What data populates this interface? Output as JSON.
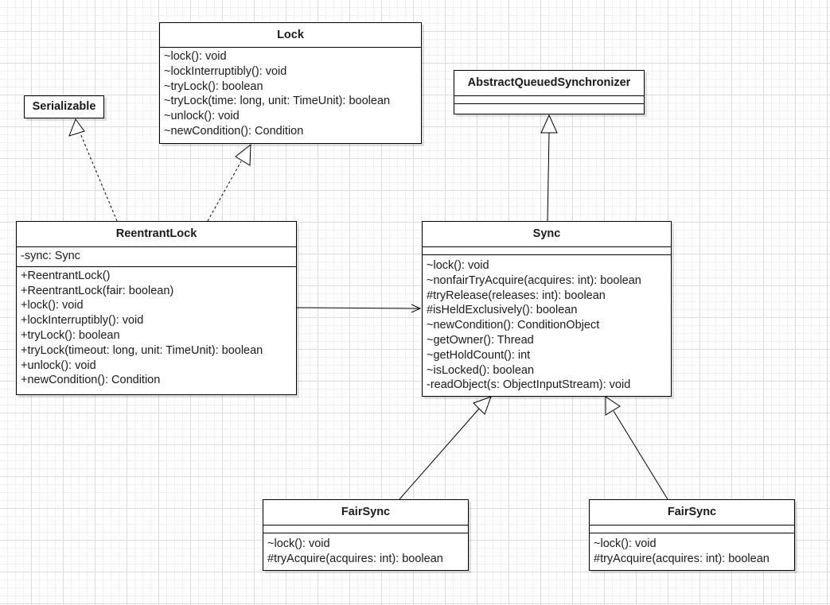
{
  "classes": {
    "serializable": {
      "name": "Serializable"
    },
    "lock": {
      "name": "Lock",
      "methods": [
        "~lock(): void",
        "~lockInterruptibly(): void",
        "~tryLock(): boolean",
        "~tryLock(time: long, unit: TimeUnit): boolean",
        "~unlock(): void",
        "~newCondition(): Condition"
      ]
    },
    "aqs": {
      "name": "AbstractQueuedSynchronizer"
    },
    "reentrant_lock": {
      "name": "ReentrantLock",
      "attributes": [
        "-sync: Sync"
      ],
      "methods": [
        "+ReentrantLock()",
        "+ReentrantLock(fair: boolean)",
        "+lock(): void",
        "+lockInterruptibly(): void",
        "+tryLock(): boolean",
        "+tryLock(timeout: long, unit: TimeUnit): boolean",
        "+unlock(): void",
        "+newCondition(): Condition"
      ]
    },
    "sync": {
      "name": "Sync",
      "methods": [
        "~lock(): void",
        "~nonfairTryAcquire(acquires: int): boolean",
        "#tryRelease(releases: int): boolean",
        "#isHeldExclusively(): boolean",
        "~newCondition(): ConditionObject",
        "~getOwner(): Thread",
        "~getHoldCount(): int",
        "~isLocked(): boolean",
        "-readObject(s: ObjectInputStream): void"
      ]
    },
    "fair_sync_left": {
      "name": "FairSync",
      "methods": [
        "~lock(): void",
        "#tryAcquire(acquires: int): boolean"
      ]
    },
    "fair_sync_right": {
      "name": "FairSync",
      "methods": [
        "~lock(): void",
        "#tryAcquire(acquires: int): boolean"
      ]
    }
  }
}
